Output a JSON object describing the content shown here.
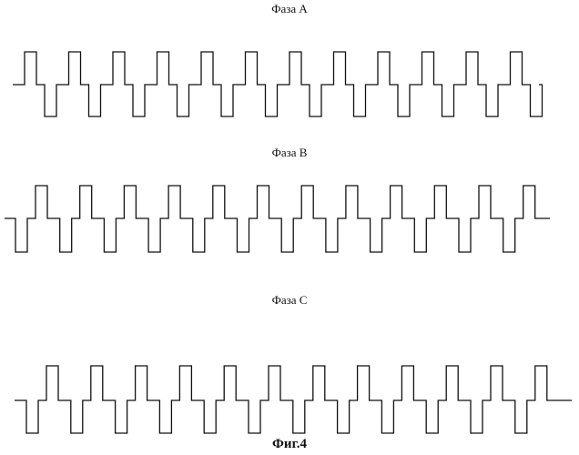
{
  "phases": [
    {
      "label": "Фаза А"
    },
    {
      "label": "Фаза В"
    },
    {
      "label": "Фаза С"
    }
  ],
  "figure_caption": "Фиг.4",
  "stroke_color": "#111111",
  "cycles_per_phase": 12
}
